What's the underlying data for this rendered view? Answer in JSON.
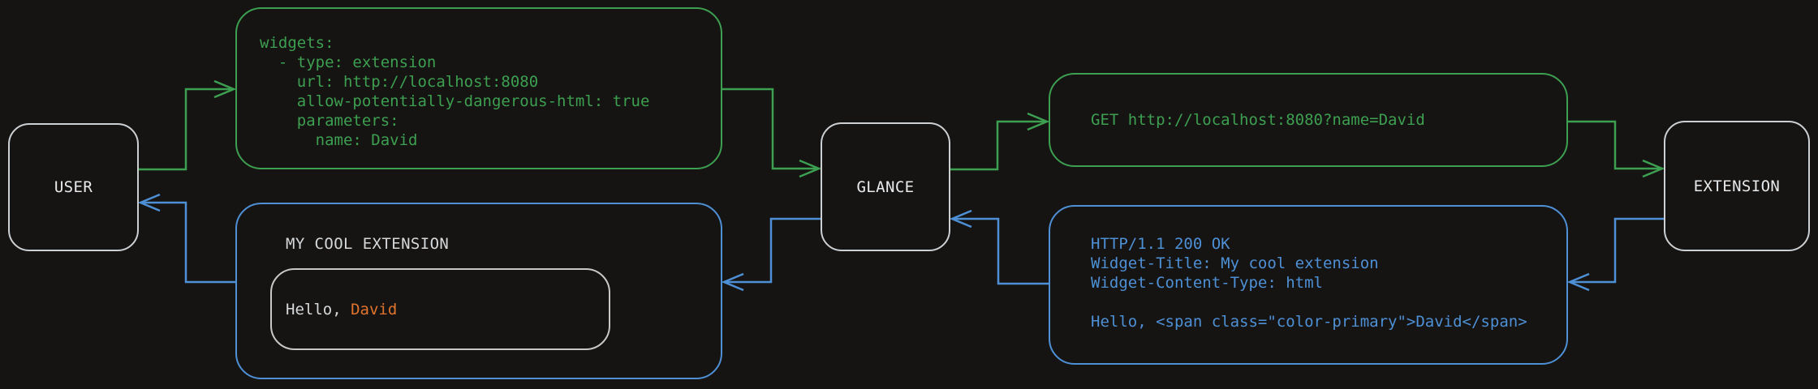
{
  "colors": {
    "background": "#151413",
    "green": "#3d9f50",
    "blue": "#4e90d5",
    "orange": "#e0742c",
    "node_border": "#cdd0d3",
    "node_text": "#e8eaec",
    "box_border_light": "#c8c8c8",
    "text_light": "#d6d8da"
  },
  "nodes": {
    "user": {
      "label": "USER"
    },
    "glance": {
      "label": "GLANCE"
    },
    "extension": {
      "label": "EXTENSION"
    }
  },
  "config_box": {
    "code": "widgets:\n  - type: extension\n    url: http://localhost:8080\n    allow-potentially-dangerous-html: true\n    parameters:\n      name: David"
  },
  "request_box": {
    "code": "GET http://localhost:8080?name=David"
  },
  "response_box": {
    "code": "HTTP/1.1 200 OK\nWidget-Title: My cool extension\nWidget-Content-Type: html\n\nHello, <span class=\"color-primary\">David</span>"
  },
  "widget_box": {
    "title": "MY COOL EXTENSION",
    "greeting_prefix": "Hello, ",
    "greeting_name": "David"
  }
}
